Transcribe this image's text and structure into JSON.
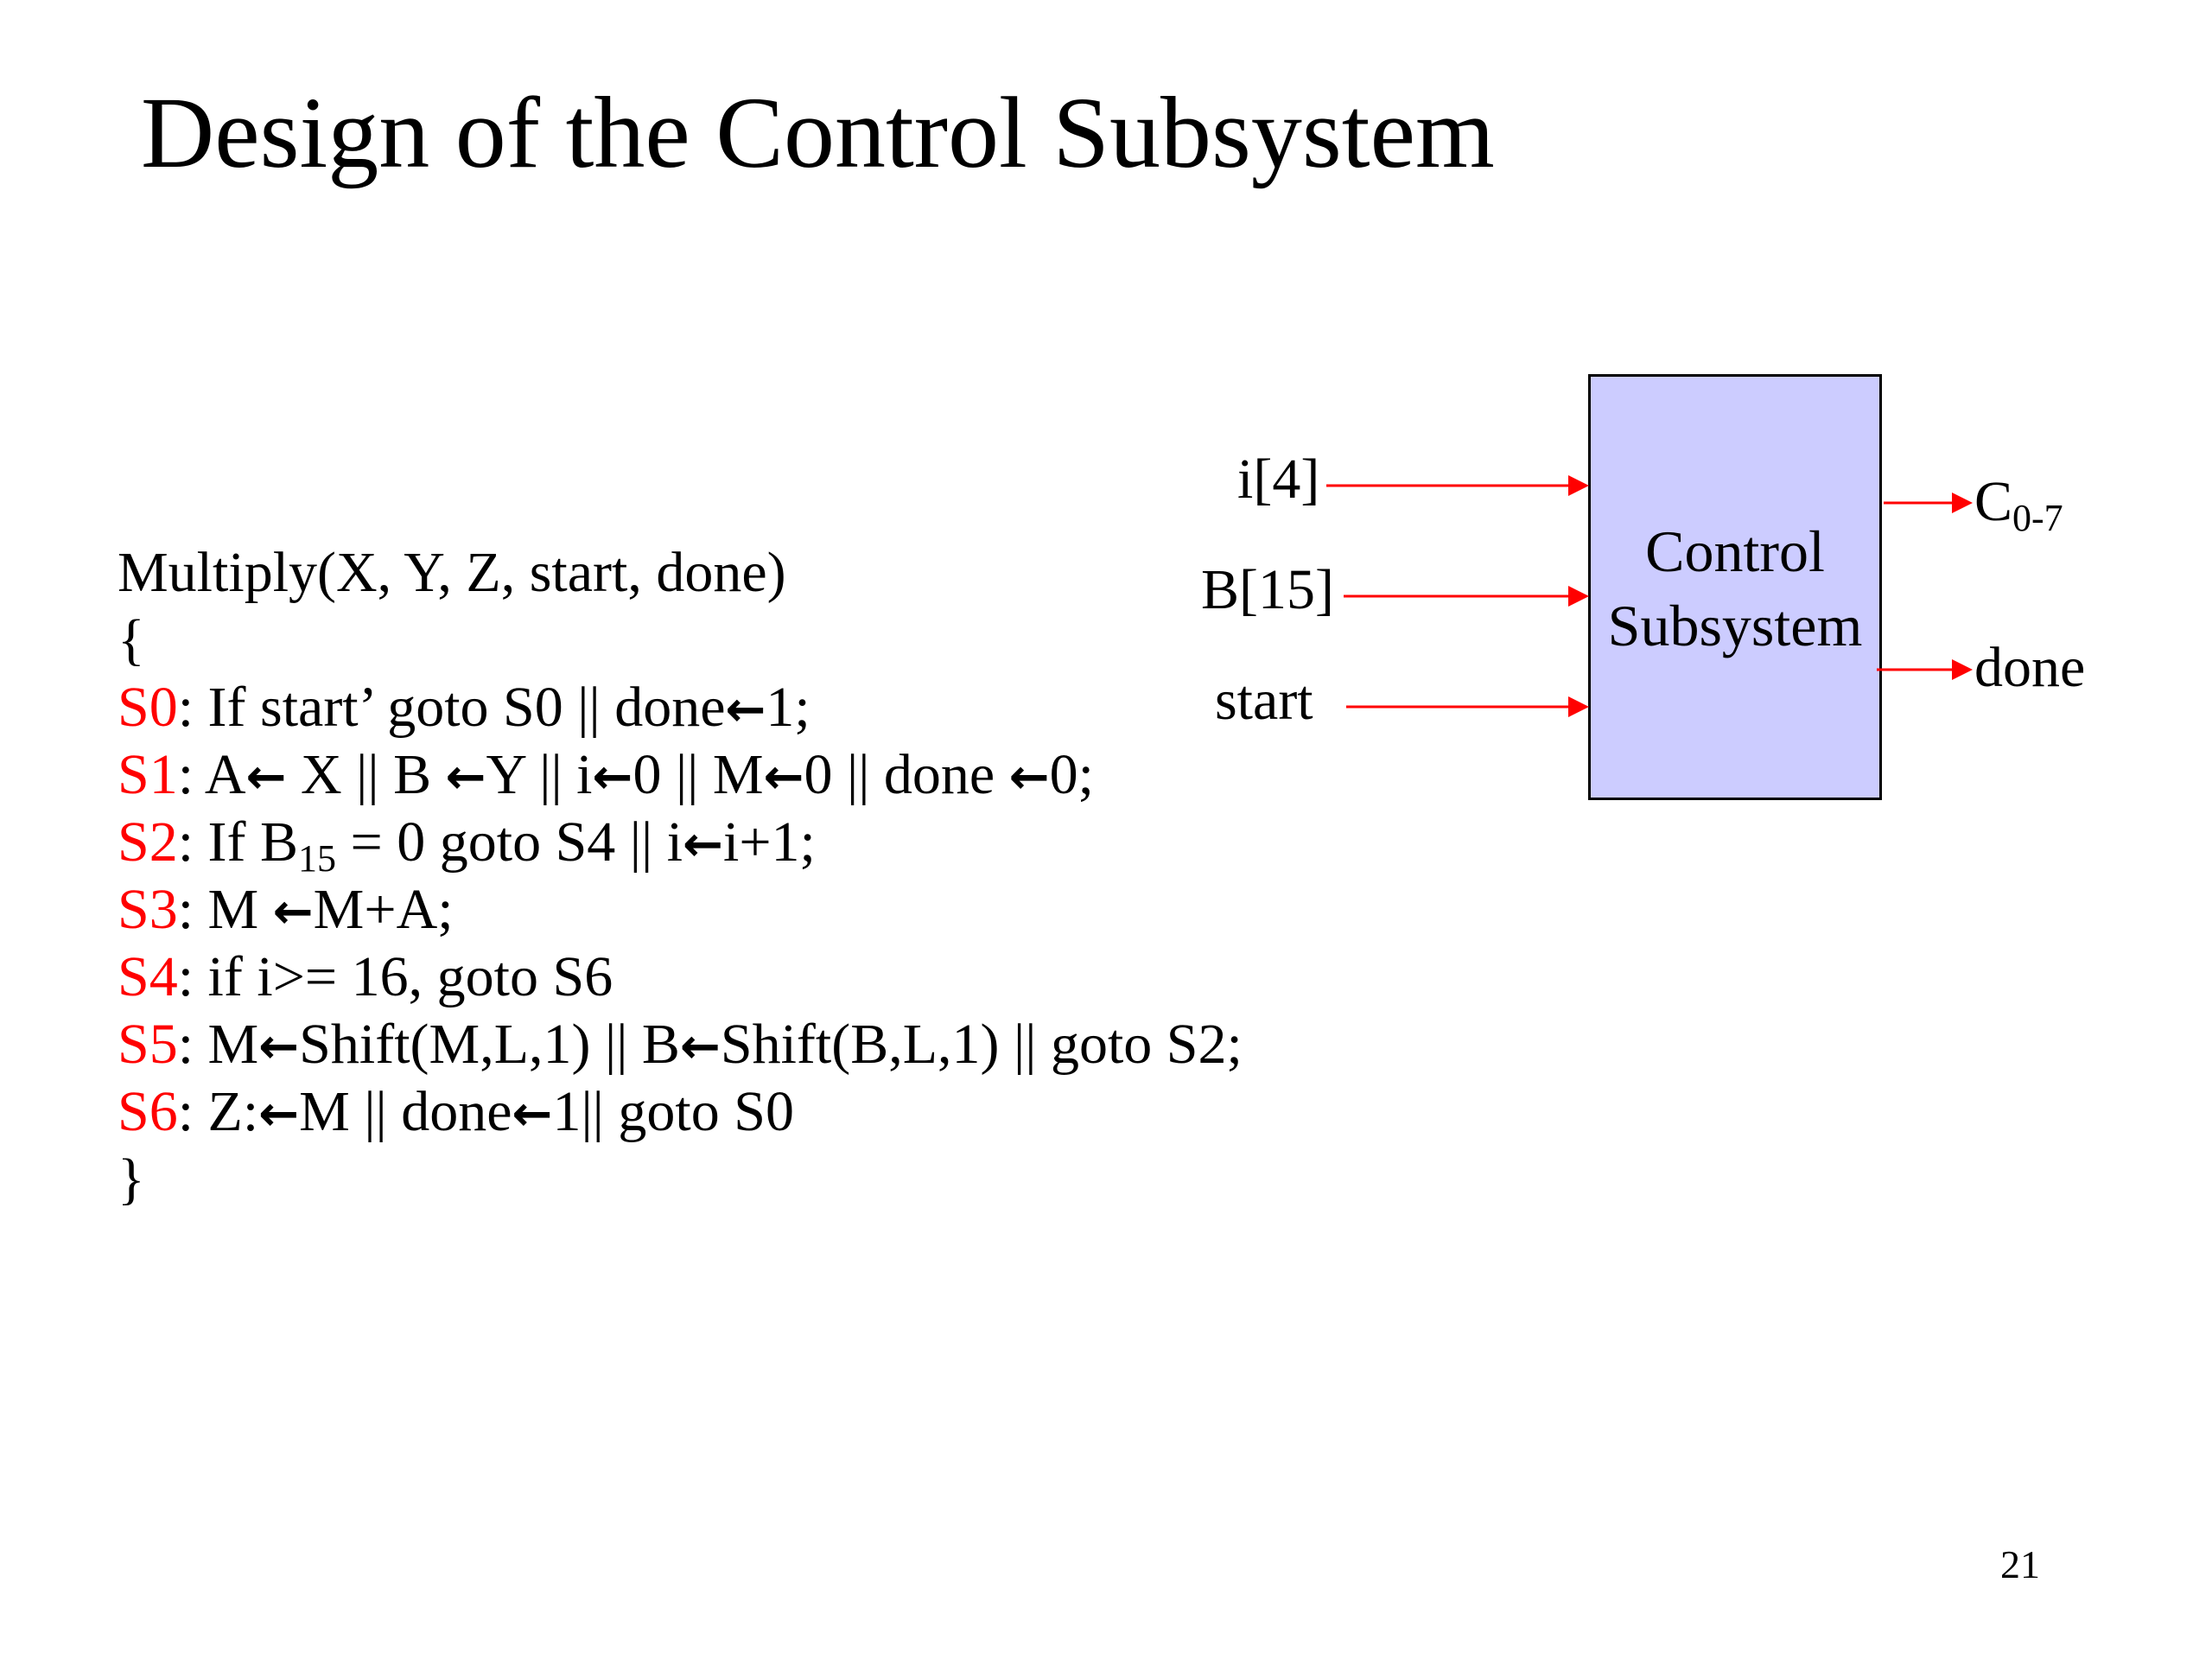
{
  "title": "Design of the Control Subsystem",
  "code": {
    "header": "Multiply(X, Y, Z, start, done)",
    "open_brace": "{",
    "close_brace": "}",
    "arrow": "←",
    "states": [
      {
        "label": "S0",
        "text": ": If start’ goto S0 || done",
        "tail": "1;"
      },
      {
        "label": "S1",
        "text_parts": [
          ": A",
          " X || B ",
          "Y || i",
          "0 || M",
          "0 || done ",
          "0;"
        ]
      },
      {
        "label": "S2",
        "pre": ": If B",
        "sub": "15",
        "post": " = 0 goto S4 || i",
        "tail": "i+1;"
      },
      {
        "label": "S3",
        "pre": ": M ",
        "tail": "M+A;"
      },
      {
        "label": "S4",
        "text": ": if i>= 16, goto S6"
      },
      {
        "label": "S5",
        "text_parts": [
          ": M",
          "Shift(M,L,1) || B",
          "Shift(B,L,1) || goto S2;"
        ]
      },
      {
        "label": "S6",
        "text_parts": [
          ": Z:",
          "M || done",
          "1|| goto S0"
        ]
      }
    ]
  },
  "diagram": {
    "box_label_line1": "Control",
    "box_label_line2": "Subsystem",
    "inputs": [
      "i[4]",
      "B[15]",
      "start"
    ],
    "outputs": {
      "c_main": "C",
      "c_sub": "0-7",
      "done": "done"
    },
    "colors": {
      "box_fill": "#ccccff",
      "signal_line": "#ff0000",
      "state_label": "#ff0000"
    }
  },
  "page_number": "21"
}
